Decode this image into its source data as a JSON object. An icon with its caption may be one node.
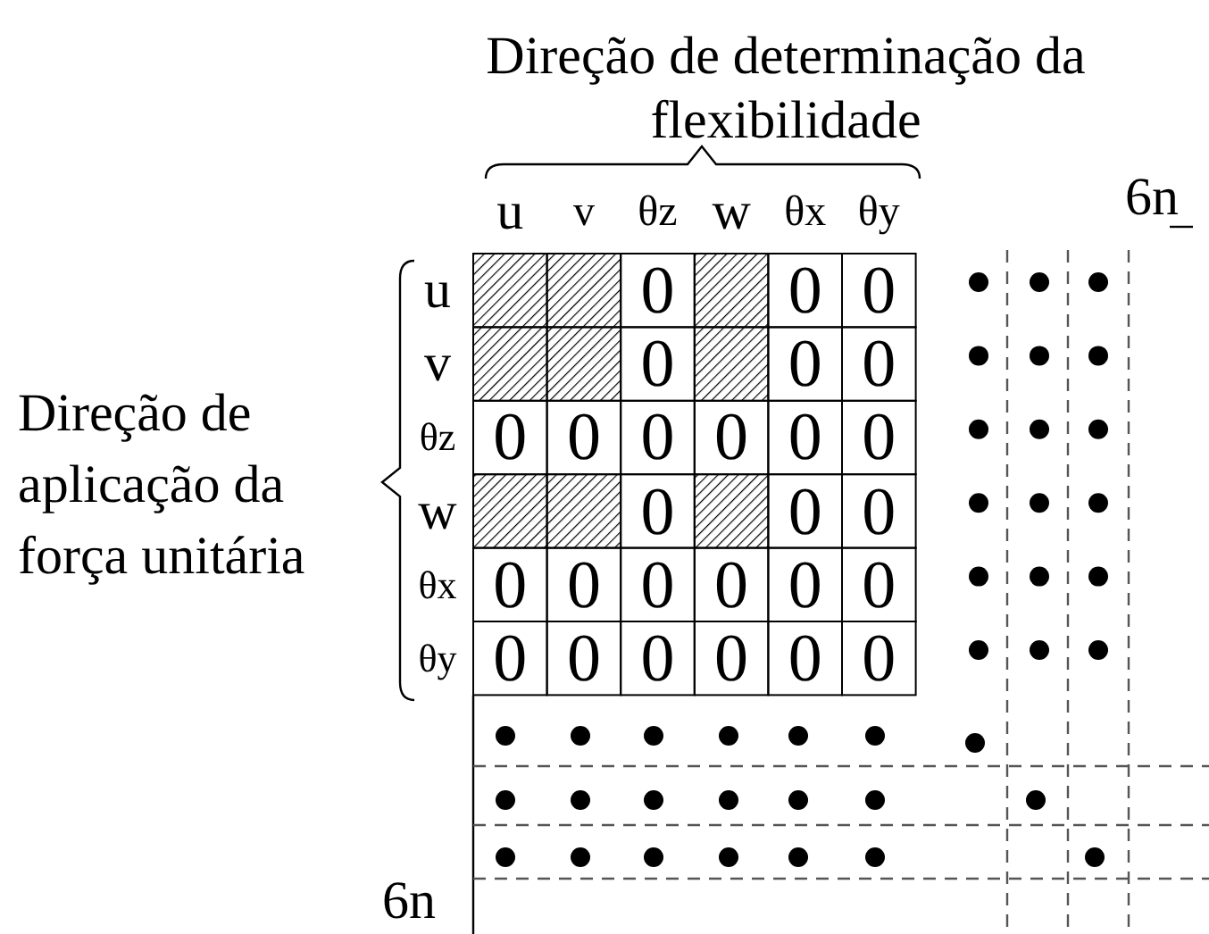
{
  "diagram": {
    "labels": [
      "Direção de determinação da flexibilidade",
      "u",
      "v",
      "θz",
      "w",
      "θx",
      "θy",
      "6n",
      "Direção de aplicação da força unitária",
      "u",
      "0",
      "0",
      "0",
      "v",
      "0",
      "0",
      "0",
      "θz",
      "0",
      "0",
      "0",
      "0",
      "0",
      "0",
      "w",
      "0",
      "0",
      "0",
      "θx",
      "0",
      "0",
      "0",
      "0",
      "0",
      "0",
      "θy",
      "0",
      "0",
      "0",
      "0",
      "0",
      "0",
      "6n"
    ]
  }
}
